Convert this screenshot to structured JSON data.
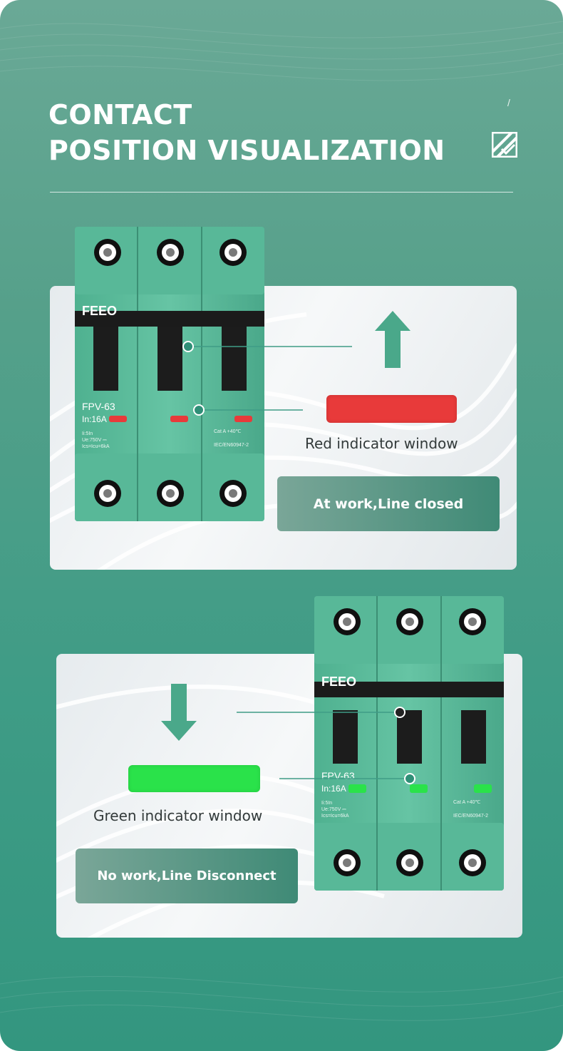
{
  "title": {
    "line1": "CONTACT",
    "line2": "POSITION VISUALIZATION",
    "slash": "/",
    "logo_icon": "brand-logo-icon"
  },
  "colors": {
    "page_green": "#3f9c86",
    "breaker_green": "#5ebd9e",
    "red_indicator": "#e83a3a",
    "green_indicator": "#2ae24a",
    "arrow_green": "#4aa88a"
  },
  "panel_closed": {
    "breaker": {
      "brand": "FEEO",
      "model": "FPV-63",
      "rating": "In:16A",
      "spec_lines": [
        "Ii:5In",
        "Ue:750V ⎓",
        "Ics=Icu=6kA"
      ],
      "cat": "Cat A +40℃",
      "standard": "IEC/EN60947-2",
      "indicator_color": "red"
    },
    "arrow_icon": "arrow-up-icon",
    "indicator_label": "Red indicator window",
    "status": "At work,Line closed"
  },
  "panel_open": {
    "breaker": {
      "brand": "FEEO",
      "model": "FPV-63",
      "rating": "In:16A",
      "spec_lines": [
        "Ii:5In",
        "Ue:750V ⎓",
        "Ics=Icu=6kA"
      ],
      "cat": "Cat A +40℃",
      "standard": "IEC/EN60947-2",
      "indicator_color": "green"
    },
    "arrow_icon": "arrow-down-icon",
    "indicator_label": "Green indicator window",
    "status": "No work,Line Disconnect"
  }
}
